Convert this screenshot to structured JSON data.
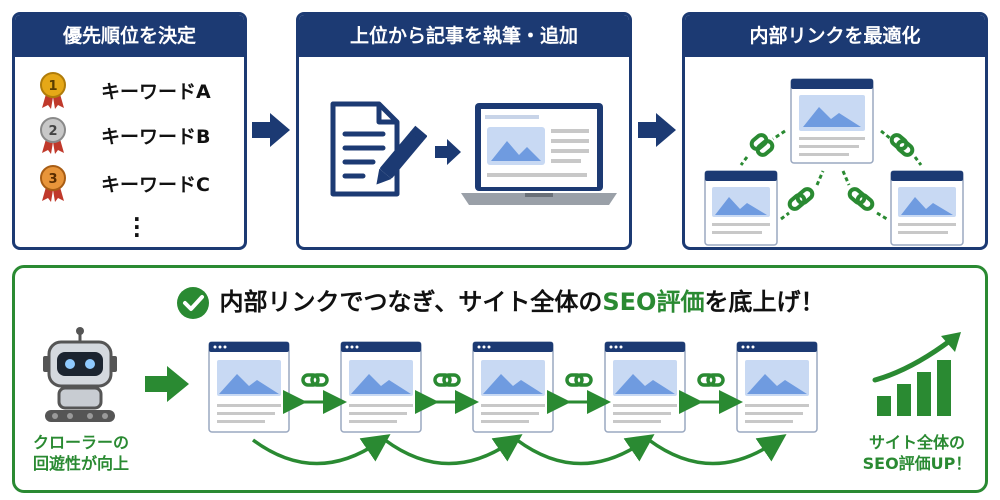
{
  "panel1": {
    "title": "優先順位を決定",
    "keywords": [
      "キーワードA",
      "キーワードB",
      "キーワードC"
    ],
    "medals": [
      "1",
      "2",
      "3"
    ]
  },
  "panel2": {
    "title": "上位から記事を執筆・追加"
  },
  "panel3": {
    "title": "内部リンクを最適化"
  },
  "bottom": {
    "headline_black": "内部リンクでつなぎ、サイト全体の",
    "headline_green": "SEO評価",
    "headline_end": "を底上げ！",
    "left_caption_line1": "クローラーの",
    "left_caption_line2": "回遊性が向上",
    "right_caption_line1": "サイト全体の",
    "right_caption_line2": "SEO評価UP！"
  },
  "colors": {
    "navy": "#1c3a73",
    "green": "#2a8a32",
    "gold": "#e6a817",
    "silver": "#a8a8a8",
    "bronze": "#d9822b",
    "image_blue": "#6f9be0"
  },
  "icons": [
    "medal-gold-icon",
    "medal-silver-icon",
    "medal-bronze-icon",
    "document-pen-icon",
    "laptop-icon",
    "chain-link-icon",
    "robot-icon",
    "checkmark-circle-icon",
    "growth-chart-icon",
    "arrow-right-icon"
  ]
}
